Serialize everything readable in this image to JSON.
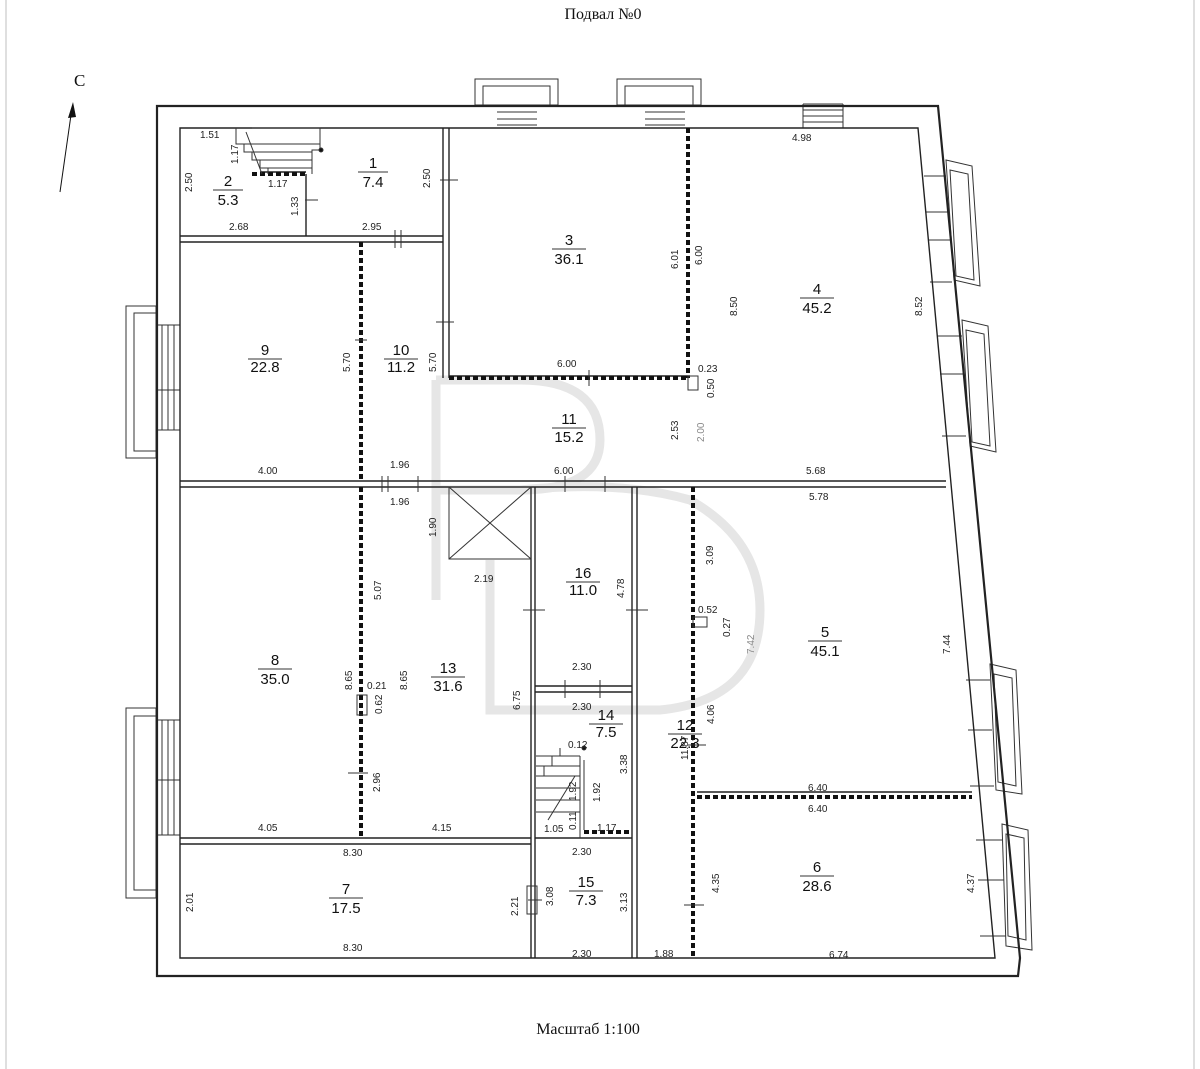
{
  "title": "Подвал №0",
  "scale": "Масштаб 1:100",
  "north_label": "С",
  "rooms": [
    {
      "id": "1",
      "number": "1",
      "area": "7.4"
    },
    {
      "id": "2",
      "number": "2",
      "area": "5.3"
    },
    {
      "id": "3",
      "number": "3",
      "area": "36.1"
    },
    {
      "id": "4",
      "number": "4",
      "area": "45.2"
    },
    {
      "id": "5",
      "number": "5",
      "area": "45.1"
    },
    {
      "id": "6",
      "number": "6",
      "area": "28.6"
    },
    {
      "id": "7",
      "number": "7",
      "area": "17.5"
    },
    {
      "id": "8",
      "number": "8",
      "area": "35.0"
    },
    {
      "id": "9",
      "number": "9",
      "area": "22.8"
    },
    {
      "id": "10",
      "number": "10",
      "area": "11.2"
    },
    {
      "id": "11",
      "number": "11",
      "area": "15.2"
    },
    {
      "id": "12",
      "number": "12",
      "area": "22.3"
    },
    {
      "id": "13",
      "number": "13",
      "area": "31.6"
    },
    {
      "id": "14",
      "number": "14",
      "area": "7.5"
    },
    {
      "id": "15",
      "number": "15",
      "area": "7.3"
    },
    {
      "id": "16",
      "number": "16",
      "area": "11.0"
    }
  ],
  "dimensions": {
    "d_1_51": "1.51",
    "d_1_17a": "1.17",
    "d_1_17b": "1.17",
    "d_2_50a": "2.50",
    "d_1_33": "1.33",
    "d_2_50b": "2.50",
    "d_2_68": "2.68",
    "d_2_95": "2.95",
    "d_4_98": "4.98",
    "d_6_01": "6.01",
    "d_6_00v": "6.00",
    "d_8_50": "8.50",
    "d_8_52": "8.52",
    "d_5_70a": "5.70",
    "d_5_70b": "5.70",
    "d_6_00a": "6.00",
    "d_0_23": "0.23",
    "d_0_50": "0.50",
    "d_2_53": "2.53",
    "d_2_00": "2.00",
    "d_4_00": "4.00",
    "d_1_96a": "1.96",
    "d_1_96b": "1.96",
    "d_6_00b": "6.00",
    "d_5_68": "5.68",
    "d_5_78": "5.78",
    "d_1_90": "1.90",
    "d_3_09": "3.09",
    "d_2_19": "2.19",
    "d_4_78": "4.78",
    "d_5_07": "5.07",
    "d_0_52": "0.52",
    "d_0_27": "0.27",
    "d_7_42": "7.42",
    "d_7_44": "7.44",
    "d_2_30a": "2.30",
    "d_8_65a": "8.65",
    "d_8_65b": "8.65",
    "d_0_21": "0.21",
    "d_0_62": "0.62",
    "d_6_75": "6.75",
    "d_2_30b": "2.30",
    "d_11_87": "11.87",
    "d_4_06": "4.06",
    "d_0_12": "0.12",
    "d_3_38": "3.38",
    "d_1_92a": "1.92",
    "d_1_92b": "1.92",
    "d_2_96": "2.96",
    "d_6_40a": "6.40",
    "d_6_40b": "6.40",
    "d_4_05": "4.05",
    "d_4_15": "4.15",
    "d_1_05": "1.05",
    "d_0_11": "0.11",
    "d_1_17c": "1.17",
    "d_8_30a": "8.30",
    "d_2_30c": "2.30",
    "d_4_35": "4.35",
    "d_4_37": "4.37",
    "d_2_01": "2.01",
    "d_2_21": "2.21",
    "d_3_08": "3.08",
    "d_3_13": "3.13",
    "d_8_30b": "8.30",
    "d_2_30d": "2.30",
    "d_1_88": "1.88",
    "d_6_74": "6.74"
  }
}
